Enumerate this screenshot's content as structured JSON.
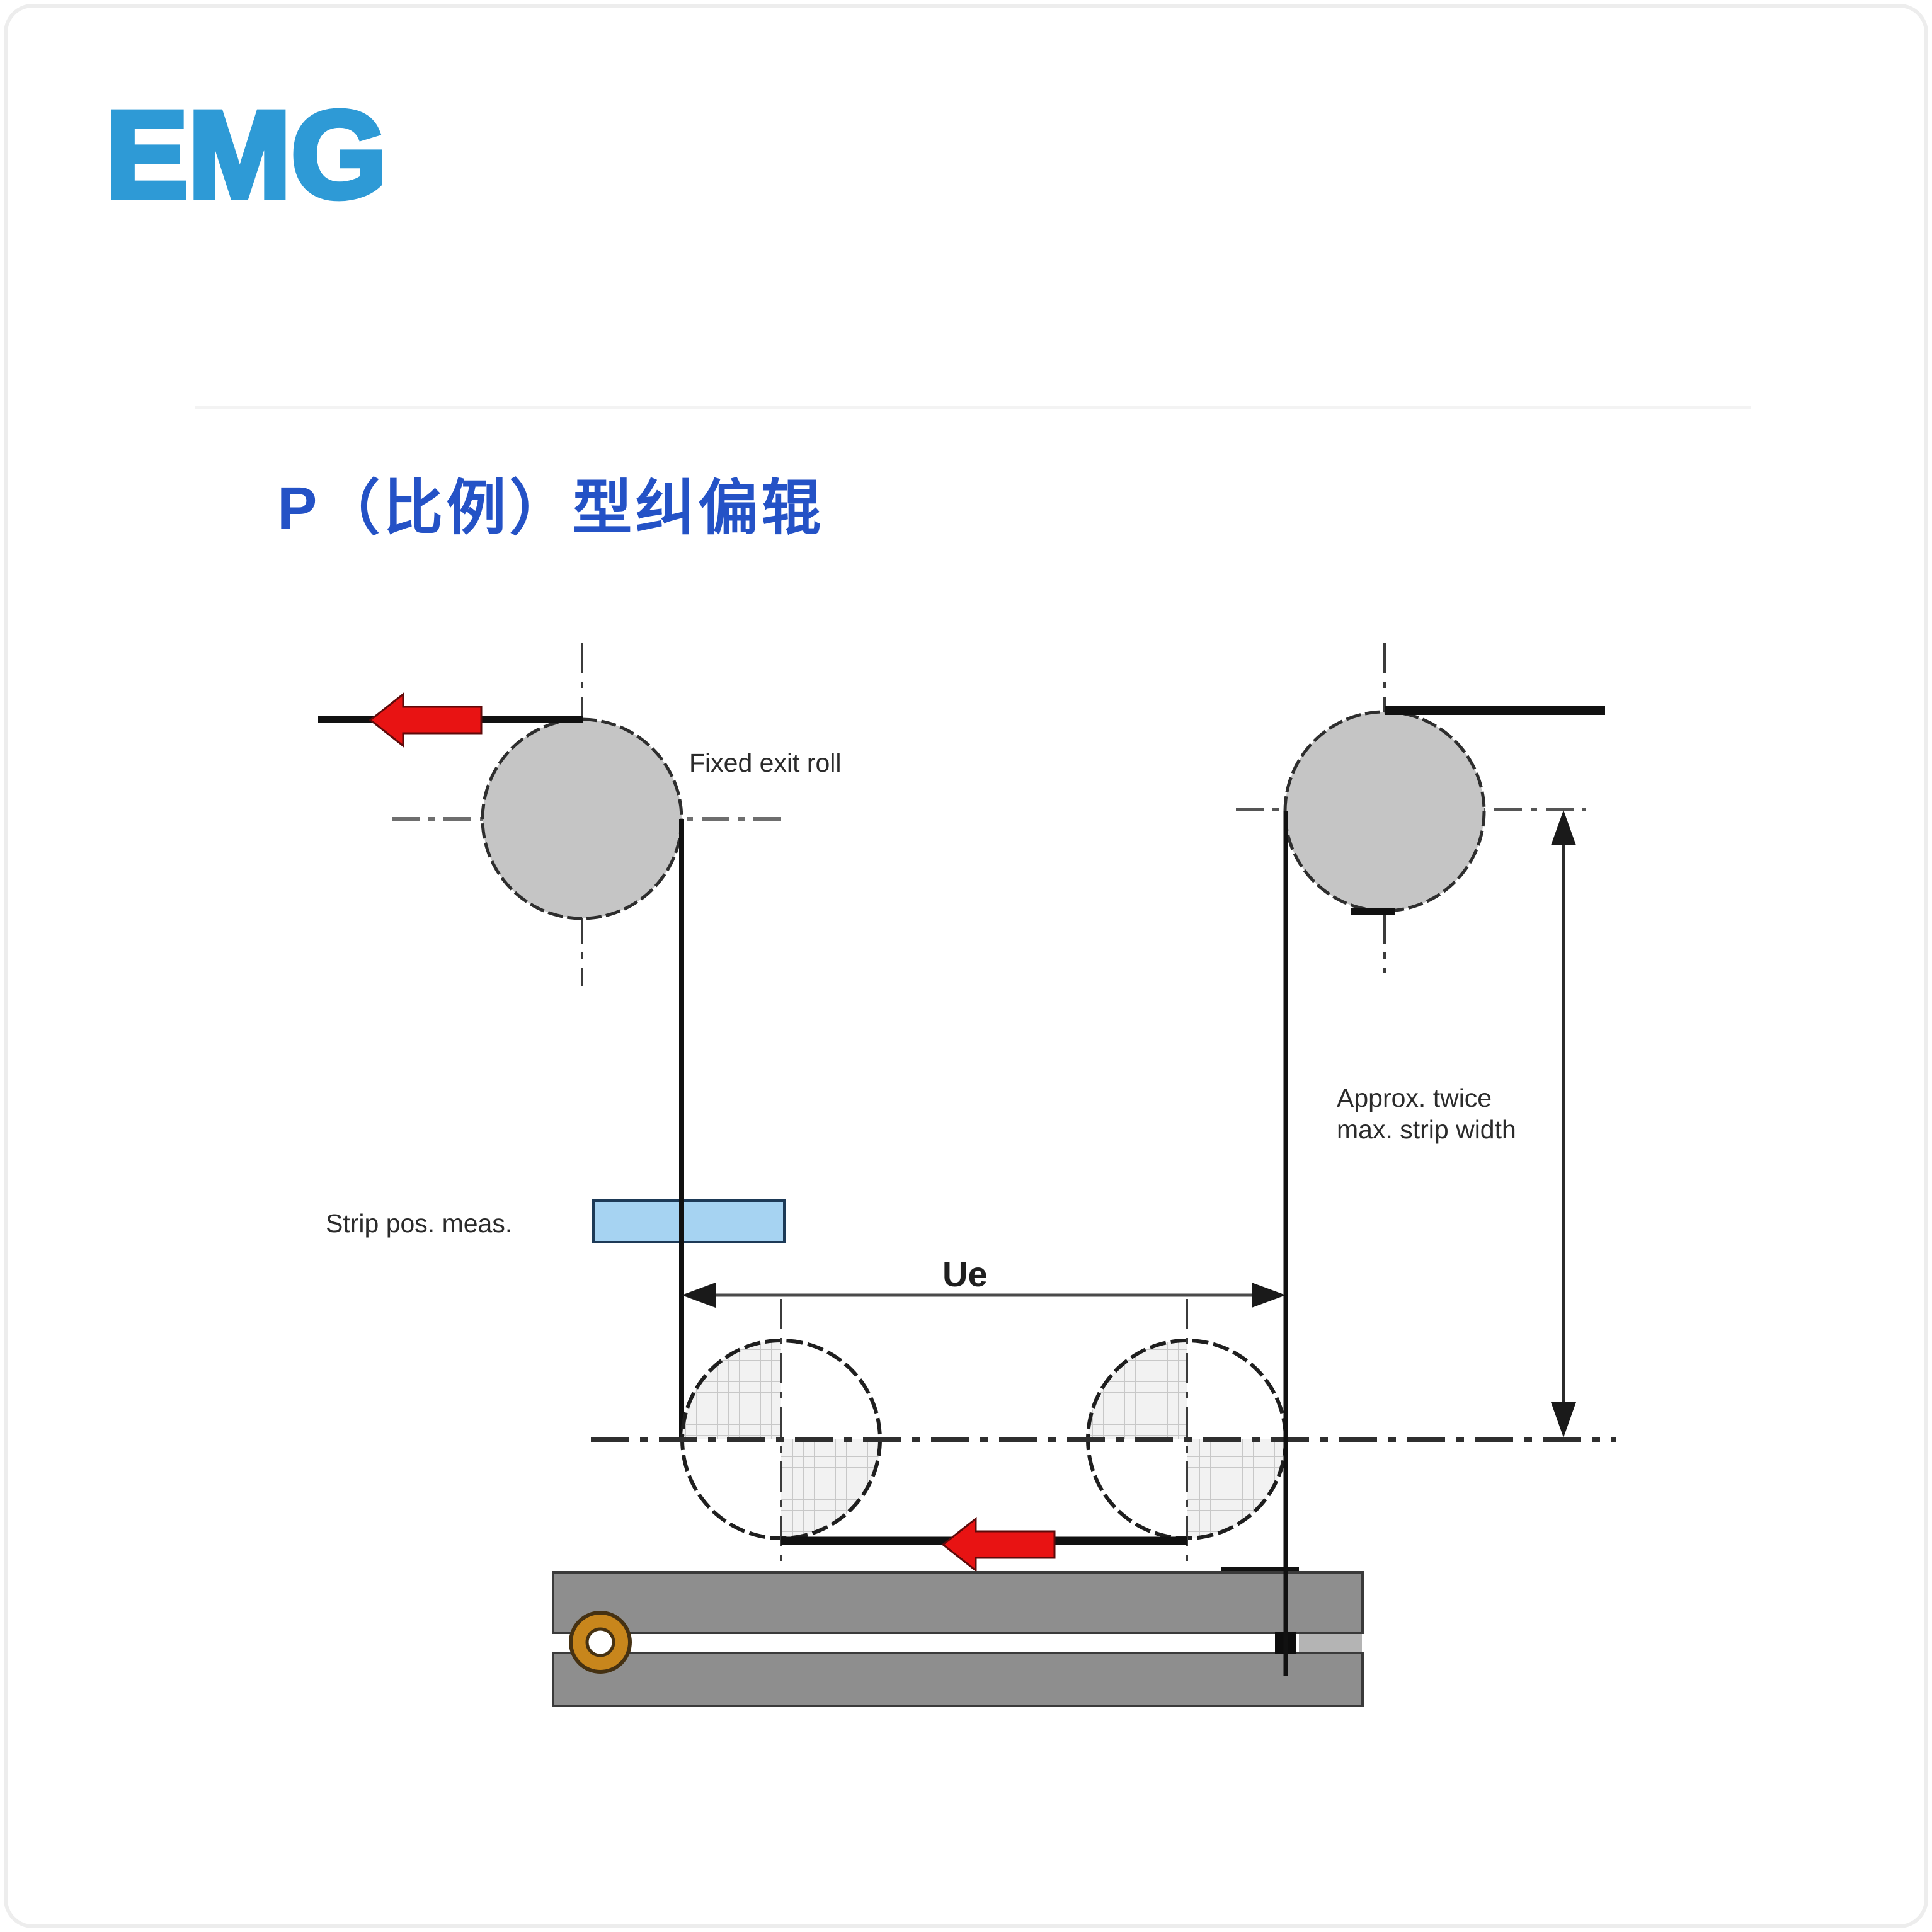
{
  "header": {
    "logo_text": "EMG",
    "logo_color": "#2E9AD6"
  },
  "title": {
    "text": "P（比例）型纠偏辊",
    "color": "#2452C6"
  },
  "diagram": {
    "labels": {
      "fixed_exit_roll": "Fixed exit roll",
      "strip_width_line1": "Approx. twice",
      "strip_width_line2": "max. strip width",
      "strip_pos_meas": "Strip pos. meas.",
      "ue": "Ue"
    },
    "colors": {
      "roller_fill": "#c5c5c5",
      "roller_outline": "#2e2e2e",
      "base_fill": "#8e8e8e",
      "base_gap_fill": "#b4b4b4",
      "arrow_red": "#e81313",
      "arrow_red_outline": "#5e0a0a",
      "sensor_fill": "#a6d3f2",
      "sensor_border": "#1d3a57",
      "bearing_brass": "#c8861c",
      "bearing_outline": "#453112",
      "strip_black": "#111111",
      "centerline_gray": "#555555",
      "label_text": "#2b2b2b"
    }
  }
}
